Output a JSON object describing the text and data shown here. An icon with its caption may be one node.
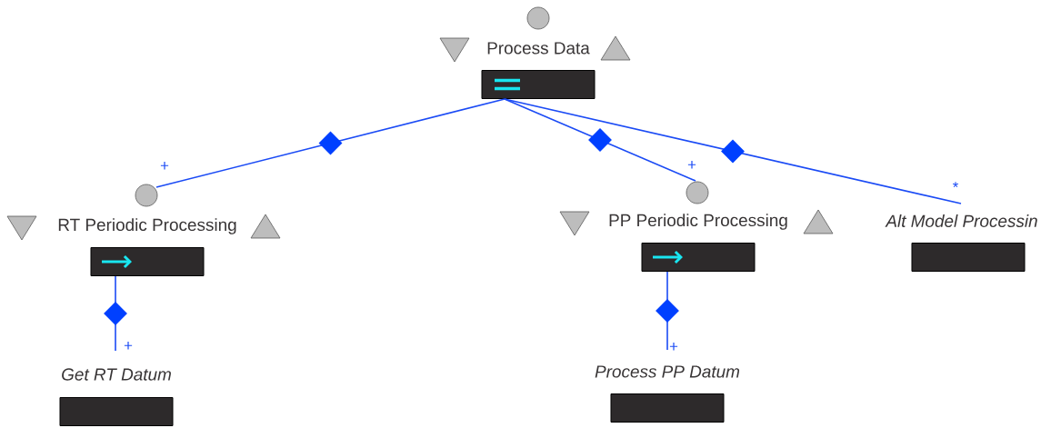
{
  "diagram": {
    "nodes": [
      {
        "text": [
          "Process Data"
        ]
      },
      {
        "text": [
          "RT Periodic Processing"
        ]
      },
      {
        "text": [
          "PP Periodic Processing"
        ]
      },
      {
        "text": [
          "Alt Model Processin"
        ]
      },
      {
        "text": [
          "Get RT Datum"
        ]
      },
      {
        "text": [
          "Process PP Datum"
        ]
      }
    ],
    "edges": [
      {
        "from": 0,
        "to": 1,
        "arrow": "none",
        "label": "+"
      },
      {
        "from": 0,
        "to": 2,
        "arrow": "none",
        "label": "+"
      },
      {
        "from": 0,
        "to": 3,
        "arrow": "none",
        "label": "*"
      },
      {
        "from": 1,
        "to": 4,
        "arrow": "none",
        "label": "+"
      },
      {
        "from": 2,
        "to": 5,
        "arrow": "none",
        "label": "+"
      }
    ]
  }
}
